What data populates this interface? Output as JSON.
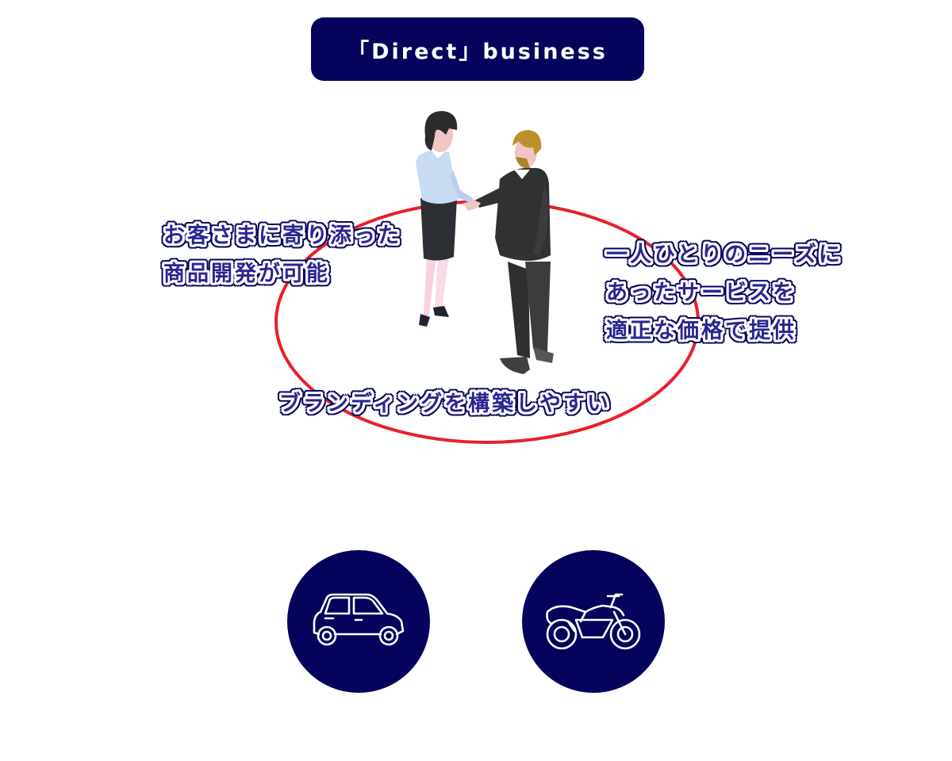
{
  "header": {
    "title": "「Direct」business"
  },
  "diagram": {
    "left_label": [
      "お客さまに寄り添った",
      "商品開発が可能"
    ],
    "right_label": [
      "一人ひとりのニーズに",
      "あったサービスを",
      "適正な価格で提供"
    ],
    "bottom_label": [
      "ブランディングを構築しやすい"
    ],
    "ring_color": "#e8202a",
    "illustration": "handshake-illustration"
  },
  "icons": [
    {
      "name": "car-icon"
    },
    {
      "name": "motorcycle-icon"
    }
  ],
  "colors": {
    "navy": "#06035c",
    "label_text": "#2a2591",
    "ring": "#e8202a"
  }
}
